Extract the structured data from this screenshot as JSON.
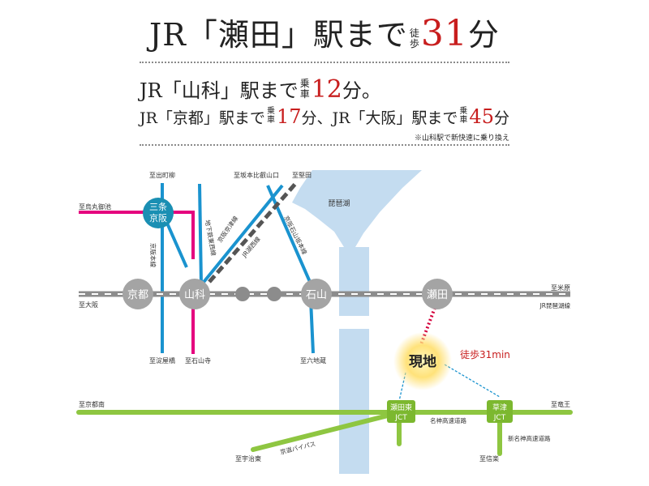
{
  "header": {
    "line1": {
      "prefix": "JR「瀬田」駅まで",
      "walk_top": "徒",
      "walk_bottom": "歩",
      "minutes": "31",
      "unit": "分"
    },
    "line2": {
      "prefix": "JR「山科」駅まで",
      "ride_top": "乗",
      "ride_bottom": "車",
      "minutes": "12",
      "unit": "分。"
    },
    "line3": {
      "prefix_a": "JR「京都」駅まで",
      "ride_top": "乗",
      "ride_bottom": "車",
      "minutes_a": "17",
      "mid": "分、JR「大阪」駅まで",
      "minutes_b": "45",
      "unit": "分"
    },
    "note": "※山科駅で新快速に乗り換え"
  },
  "colors": {
    "jr_line": "#8c8c8c",
    "station_circle": "#a4a4a4",
    "water": "#c4dcf0",
    "blue_line": "#1a93cf",
    "magenta_line": "#e5007e",
    "green_road": "#8ec641",
    "jct": "#7cb82f",
    "subway_station": "#1a8fb3",
    "current_dot": "#d4003a",
    "walk_label": "#c81e1e"
  },
  "map": {
    "stations": {
      "kyoto": "京都",
      "yamashina": "山科",
      "ishiyama": "石山",
      "seta": "瀬田",
      "sanjo_top": "三条",
      "sanjo_bottom": "京阪"
    },
    "current_location": "現地",
    "walk_time": "徒歩31min",
    "jct": {
      "setahigashi_top": "瀬田東",
      "setahigashi_bottom": "JCT",
      "kusatsu_top": "草津",
      "kusatsu_bottom": "JCT"
    },
    "lake": "琵琶湖",
    "lines": {
      "keihan_keishin": "京阪京津線",
      "subway_tozai": "地下鉄東西線",
      "jr_kosei": "JR湖西線",
      "keihan_ishiyama_sakamoto": "京阪石山坂本線",
      "keihan_honsen": "京阪本線",
      "jr_biwako": "JR琵琶湖線",
      "meishin": "名神高速道路",
      "shinmeishin": "新名神高速道路",
      "keiji_bypass": "京滋バイパス"
    },
    "destinations": {
      "demachiyanagi": "至出町柳",
      "sakamoto": "至坂本比叡山口",
      "katata": "至堅田",
      "karasuma_oike": "至烏丸御池",
      "maibara": "至米原",
      "osaka": "至大阪",
      "yodoyabashi": "至淀屋橋",
      "ishiyamadera": "至石山寺",
      "rokujizo": "至六地蔵",
      "kyoto_minami": "至京都南",
      "ujihigashi": "至宇治東",
      "ryuo": "至竜王",
      "shigaraki": "至信楽"
    }
  }
}
